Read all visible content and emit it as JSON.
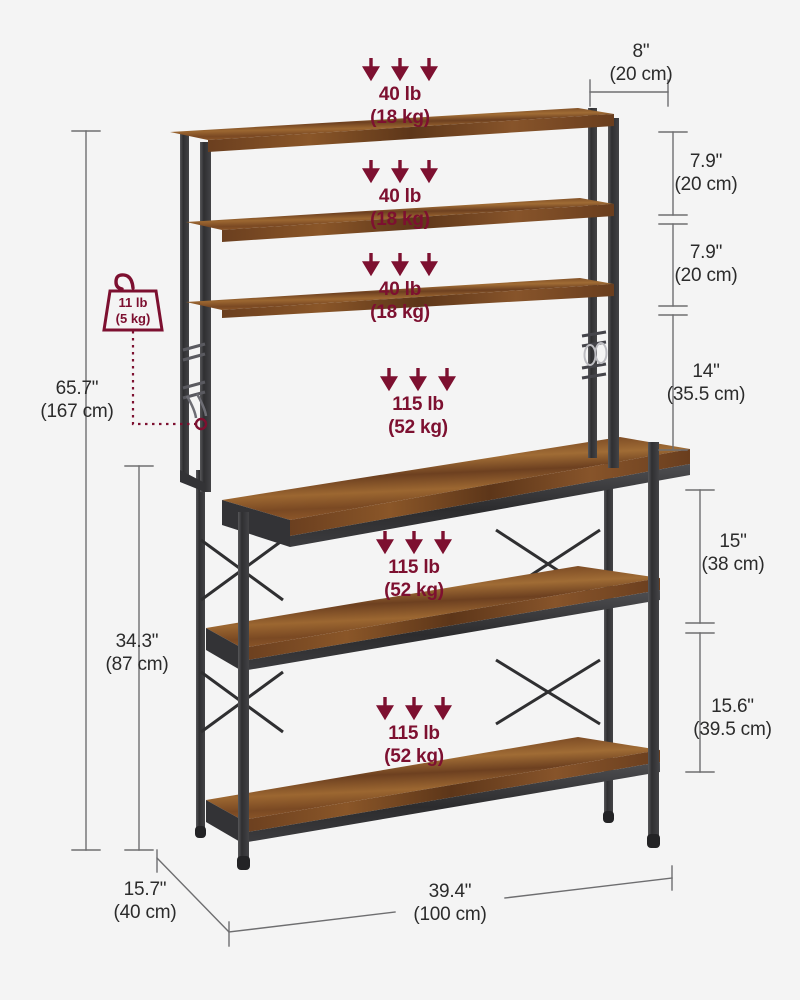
{
  "product": {
    "name": "industrial-kitchen-bakers-rack",
    "background_color": "#f4f4f4",
    "wood_color": "#8a5a2b",
    "frame_color": "#3a3a3c",
    "dimension_line_color": "#6e6e70",
    "load_label_color": "#7d1030"
  },
  "dimensions": {
    "hutch_depth": {
      "imperial": "8\"",
      "metric": "(20 cm)"
    },
    "shelf_gap_top": {
      "imperial": "7.9\"",
      "metric": "(20 cm)"
    },
    "shelf_gap_second": {
      "imperial": "7.9\"",
      "metric": "(20 cm)"
    },
    "hutch_lower_gap": {
      "imperial": "14\"",
      "metric": "(35.5 cm)"
    },
    "desk_to_mid_shelf": {
      "imperial": "15\"",
      "metric": "(38 cm)"
    },
    "mid_to_bottom": {
      "imperial": "15.6\"",
      "metric": "(39.5 cm)"
    },
    "total_height": {
      "imperial": "65.7\"",
      "metric": "(167 cm)"
    },
    "worktop_height": {
      "imperial": "34.3\"",
      "metric": "(87 cm)"
    },
    "total_depth": {
      "imperial": "15.7\"",
      "metric": "(40 cm)"
    },
    "total_width": {
      "imperial": "39.4\"",
      "metric": "(100 cm)"
    }
  },
  "load_capacities": [
    {
      "id": "top-shelf",
      "imperial": "40 lb",
      "metric": "(18 kg)"
    },
    {
      "id": "second-shelf",
      "imperial": "40 lb",
      "metric": "(18 kg)"
    },
    {
      "id": "third-shelf",
      "imperial": "40 lb",
      "metric": "(18 kg)"
    },
    {
      "id": "worktop",
      "imperial": "115 lb",
      "metric": "(52 kg)"
    },
    {
      "id": "middle-shelf",
      "imperial": "115 lb",
      "metric": "(52 kg)"
    },
    {
      "id": "bottom-shelf",
      "imperial": "115 lb",
      "metric": "(52 kg)"
    }
  ],
  "hook_capacity": {
    "imperial": "11 lb",
    "metric": "(5 kg)"
  }
}
